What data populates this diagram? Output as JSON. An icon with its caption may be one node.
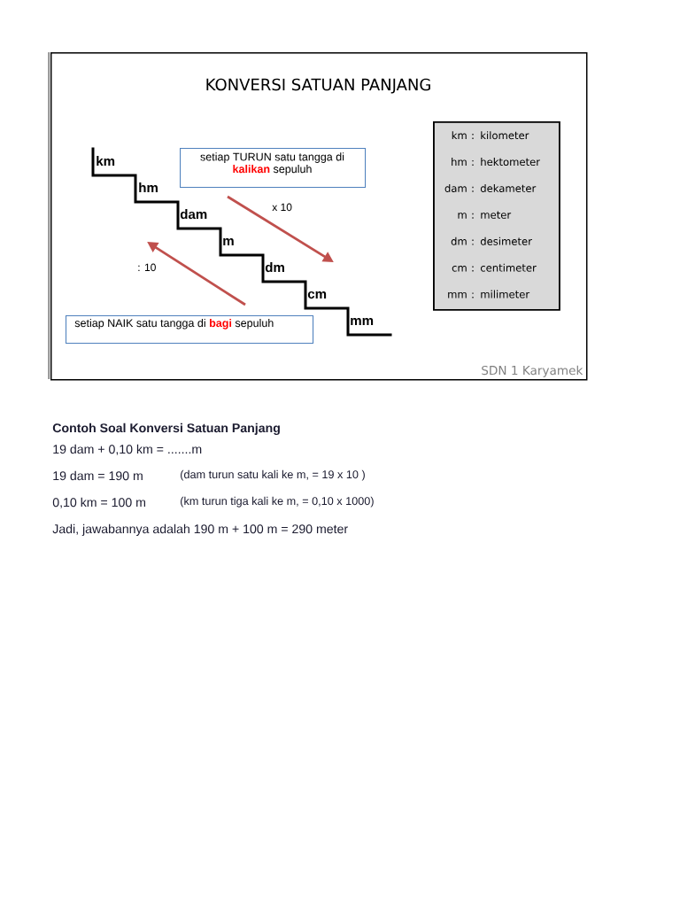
{
  "diagram": {
    "nodes": [
      {
        "text": [
          "KONVERSI SATUAN PANJANG"
        ]
      },
      {
        "text": [
          "setiap TURUN satu tangga di **kalikan** sepuluh"
        ],
        "in": 0
      },
      {
        "text": [
          "setiap NAIK satu tangga di **bagi** sepuluh"
        ],
        "in": 0
      },
      {
        "text": [
          "km",
          ":",
          "kilometer",
          "hm",
          ":",
          "hektometer",
          "dam",
          ":",
          "dekameter",
          "m",
          ":",
          "meter",
          "dm",
          ":",
          "desimeter",
          "cm",
          ":",
          "centimeter",
          "mm",
          ":",
          "milimeter"
        ],
        "in": 0
      }
    ],
    "labels": [
      "km",
      "hm",
      "dam",
      "m",
      "dm",
      "cm",
      "mm",
      "x 10",
      ": 10",
      "SDN 1 Karyamek",
      "Contoh Soal Konversi Satuan Panjang",
      "19 dam + 0,10 km = .......m",
      "19 dam = 190 m",
      "(dam turun satu kali ke m, = 19 x 10 )",
      "0,10 km = 100 m",
      "(km turun tiga kali ke m, = 0,10 x 1000)",
      "Jadi, jawabannya adalah 190 m + 100 m = 290 meter"
    ]
  }
}
